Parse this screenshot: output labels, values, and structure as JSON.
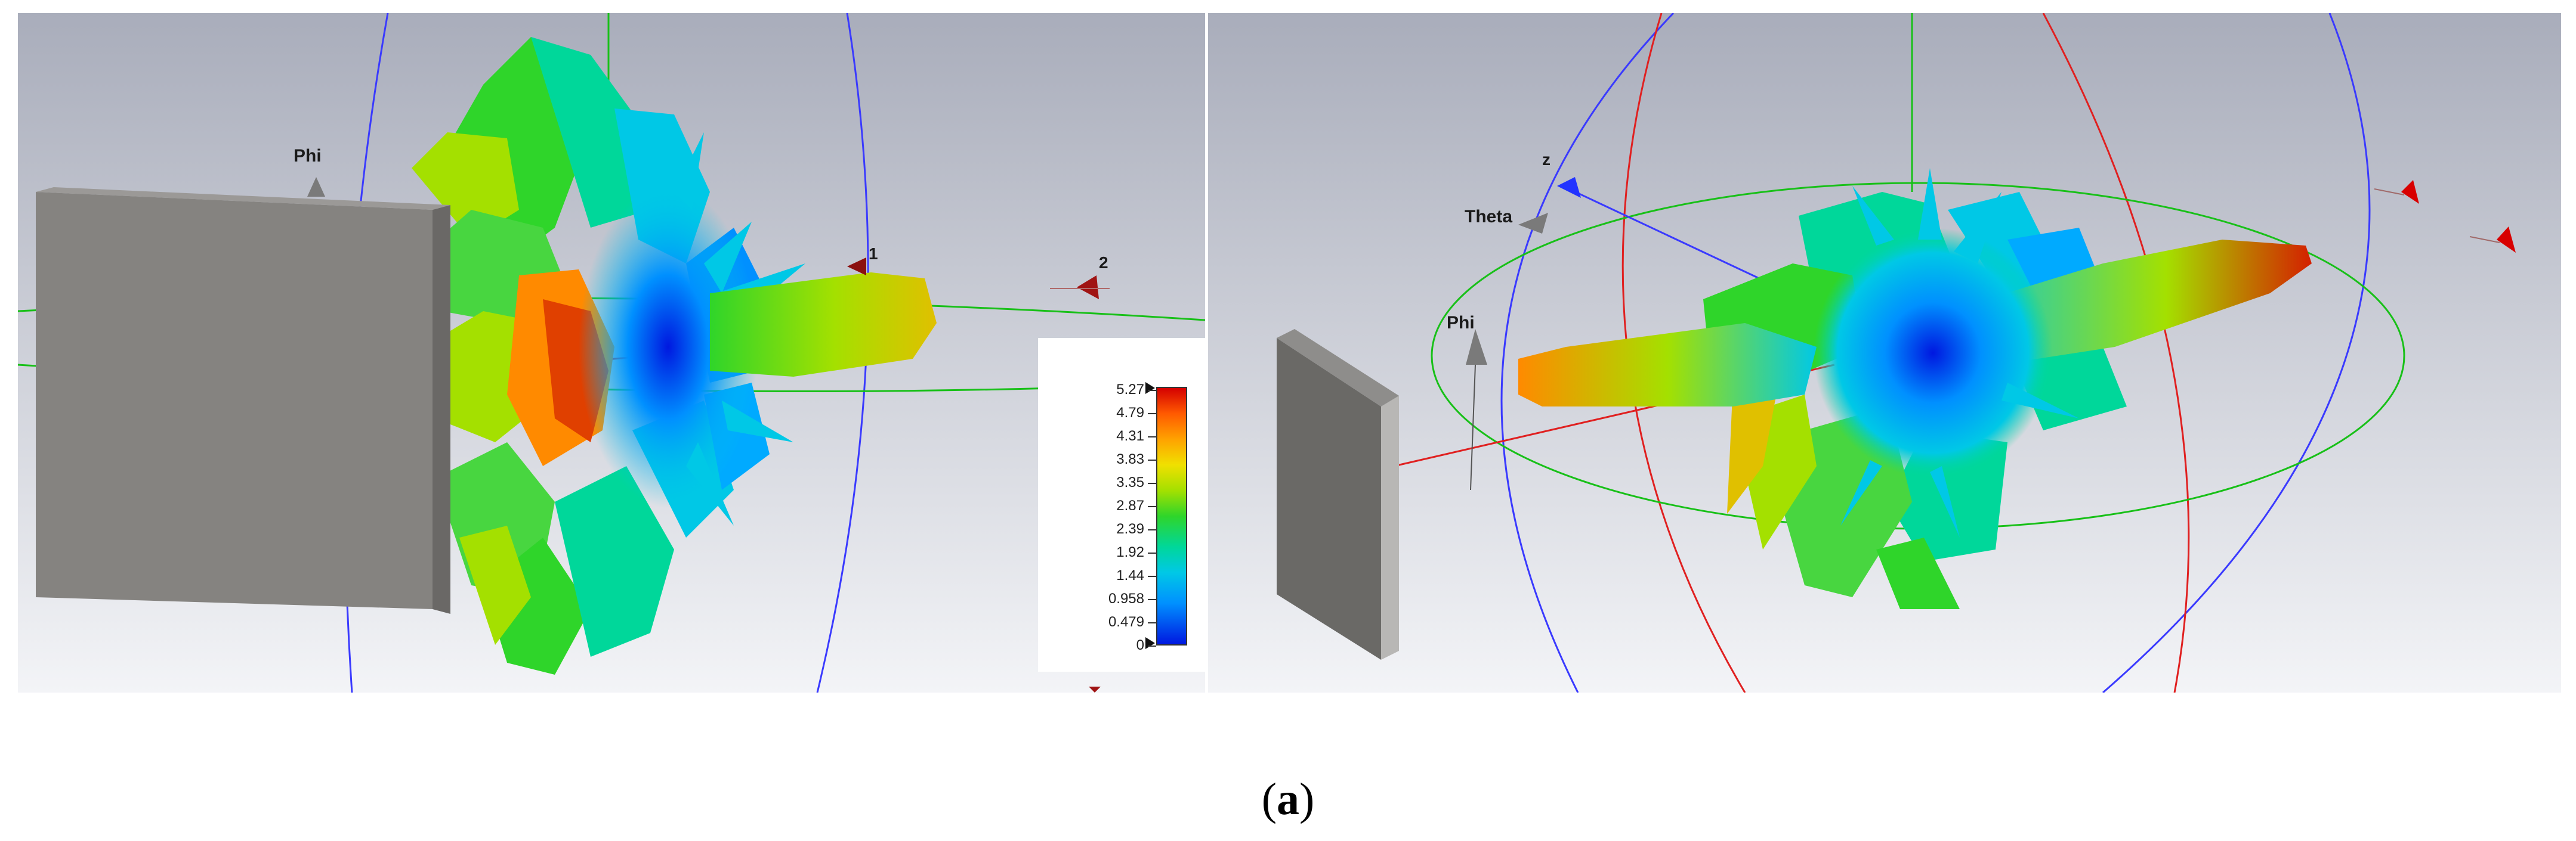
{
  "panels": {
    "left": {
      "axis_labels": {
        "phi": "Phi"
      },
      "probes": {
        "probe_1": "1",
        "probe_2": "2"
      },
      "legend": {
        "ticks": [
          "5.27",
          "4.79",
          "4.31",
          "3.83",
          "3.35",
          "2.87",
          "2.39",
          "1.92",
          "1.44",
          "0.958",
          "0.479",
          "0"
        ]
      }
    },
    "right": {
      "axis_labels": {
        "z": "z",
        "theta": "Theta",
        "phi": "Phi"
      }
    }
  },
  "caption": {
    "open": "(",
    "letter": "a",
    "close": ")"
  },
  "colors": {
    "background_top": "#a9adbb",
    "background_bottom": "#f3f4f7",
    "block_face": "#858380",
    "pattern_hot": "#d42000",
    "pattern_mid": "#2fd52a",
    "pattern_cold": "#0018e0",
    "axis_blue": "#3a3aff",
    "axis_red": "#e02020",
    "axis_green": "#18c018"
  }
}
